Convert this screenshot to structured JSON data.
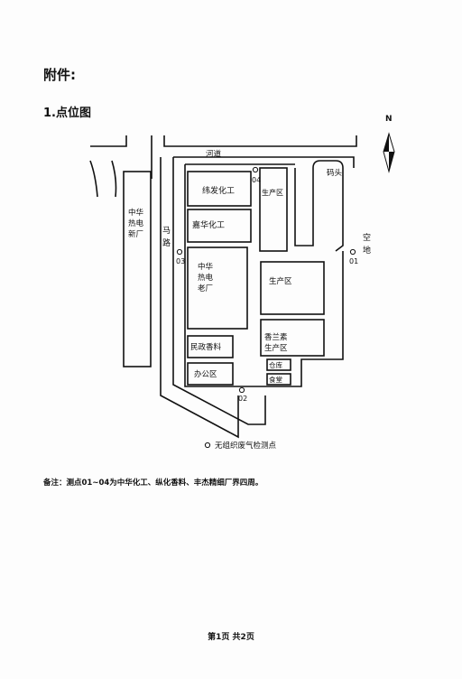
{
  "page": {
    "attachment_label": "附件:",
    "section_title": "1.点位图",
    "note": "备注：测点01~04为中华化工、纵化香料、丰杰精细厂界四周。",
    "footer": "第1页  共2页"
  },
  "map": {
    "north": "N",
    "river": "河道",
    "dock": "码头",
    "road": [
      "马",
      "路"
    ],
    "open_land": [
      "空",
      "地"
    ],
    "new_plant": [
      "中华",
      "热电",
      "新厂"
    ],
    "old_plant": [
      "中华",
      "热电",
      "老厂"
    ],
    "buildings": {
      "weifa": "纬发化工",
      "jiahua": "嘉华化工",
      "production_1": "生产区",
      "production_2": "生产区",
      "xianglansu": [
        "香兰素",
        "生产区"
      ],
      "minzheng": "民政香料",
      "office": "办公区",
      "warehouse": "仓库",
      "canteen": "食堂"
    },
    "points": [
      "01",
      "02",
      "03",
      "04"
    ],
    "legend": "无组织废气检测点"
  }
}
